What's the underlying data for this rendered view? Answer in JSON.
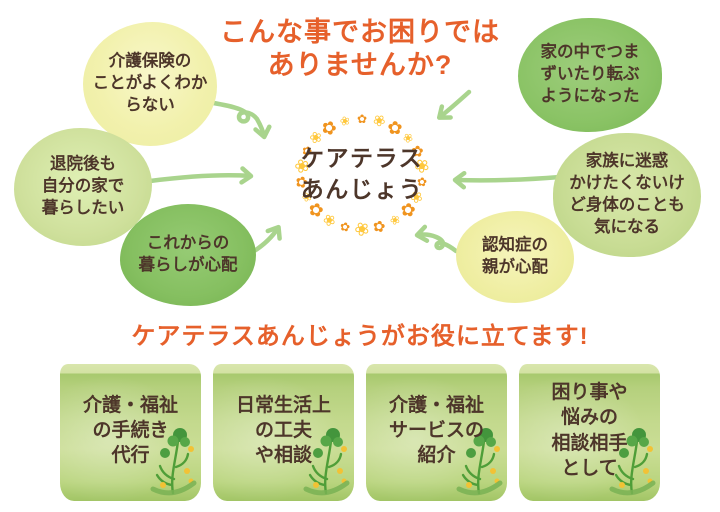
{
  "colors": {
    "heading_orange": "#E6602B",
    "text_brown": "#4D362A",
    "arrow_green": "#A9D48D",
    "flower_orange": "#F0941F",
    "flower_yellow": "#FFC83D"
  },
  "top_section": {
    "heading": "こんな事でお困りでは\nありませんか?",
    "center_title": "ケアテラス\nあんじょう",
    "bubbles": [
      {
        "text": "介護保険の\nことがよくわか\nらない"
      },
      {
        "text": "退院後も\n自分の家で\n暮らしたい"
      },
      {
        "text": "これからの\n暮らしが心配"
      },
      {
        "text": "家の中でつま\nずいたり転ぶ\nようになった"
      },
      {
        "text": "家族に迷惑\nかけたくないけ\nど身体のことも\n気になる"
      },
      {
        "text": "認知症の\n親が心配"
      }
    ]
  },
  "bottom_section": {
    "heading": "ケアテラスあんじょうがお役に立てます!",
    "cards": [
      {
        "text": "介護・福祉\nの手続き\n代行"
      },
      {
        "text": "日常生活上\nの工夫\nや相談"
      },
      {
        "text": "介護・福祉\nサービスの\n紹介"
      },
      {
        "text": "困り事や\n悩みの\n相談相手\nとして"
      }
    ]
  }
}
